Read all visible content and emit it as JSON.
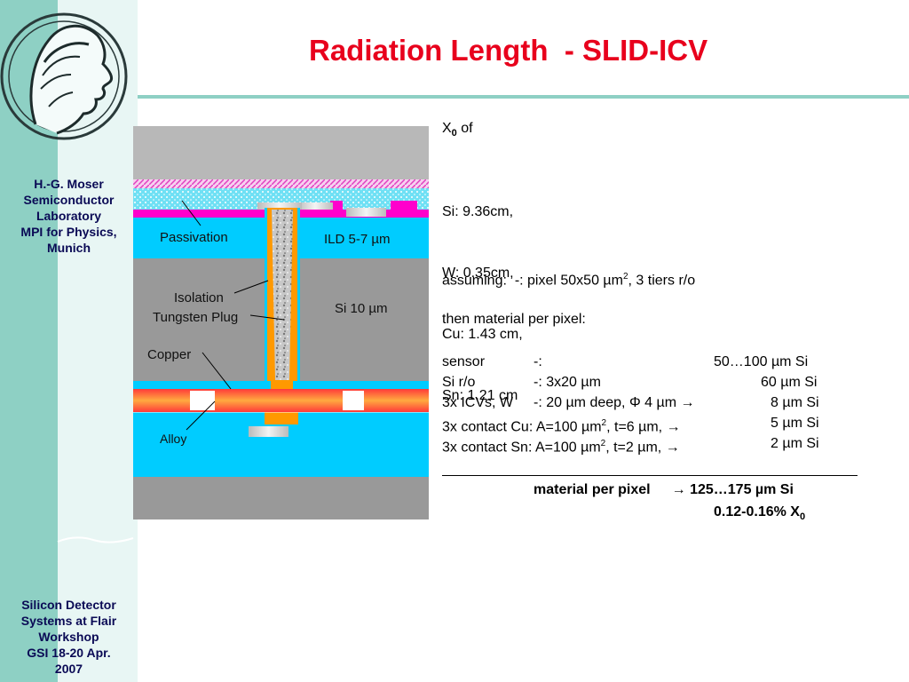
{
  "sidebar": {
    "top_text": [
      "H.-G. Moser",
      "Semiconductor",
      "Laboratory",
      "MPI for Physics,",
      "Munich"
    ],
    "bottom_text": [
      "Silicon Detector",
      "Systems at Flair",
      "Workshop",
      "GSI 18-20 Apr.",
      "2007"
    ]
  },
  "title": "Radiation Length  - SLID-ICV",
  "diagram": {
    "passivation": "Passivation",
    "ild": "ILD 5-7 µm",
    "isolation": "Isolation",
    "tungsten": "Tungsten Plug",
    "si": "Si 10 µm",
    "copper": "Copper",
    "alloy": "Alloy"
  },
  "content": {
    "x0_x": "X",
    "x0_sub": "0",
    "x0_of": " of",
    "materials": [
      "Si: 9.36cm,",
      "W: 0.35cm,",
      "Cu: 1.43 cm,",
      "Sn: 1.21 cm"
    ],
    "assuming_a": "assuming:  -: pixel 50x50 µm",
    "assuming_sup": "2",
    "assuming_b": ", 3 tiers r/o",
    "then": "then material per pixel:",
    "rows": [
      {
        "label": "sensor",
        "desc": "-:",
        "desc_sup": "",
        "desc_tail": "",
        "value": "50…100 µm Si"
      },
      {
        "label": "Si r/o",
        "desc": "-: 3x20 µm",
        "desc_sup": "",
        "desc_tail": "",
        "value": "60 µm Si"
      },
      {
        "label": "3x ICVs, W",
        "desc": "-: 20 µm deep, Φ 4 µm ",
        "desc_sup": "",
        "desc_tail": "",
        "arrow": "→",
        "value": "8 µm Si"
      },
      {
        "label": "3x contact Cu: A=100 µm",
        "desc": "",
        "desc_sup": "2",
        "desc_tail": ", t=6 µm, ",
        "arrow": "→",
        "value": "5 µm Si"
      },
      {
        "label": "3x contact Sn: A=100 µm",
        "desc": "",
        "desc_sup": "2",
        "desc_tail": ", t=2 µm, ",
        "arrow": "→",
        "value": "2 µm Si"
      }
    ],
    "total_label": "material per pixel",
    "total_arrow": "→",
    "total_value": "125…175 µm Si",
    "total_percent": "0.12-0.16% X",
    "total_percent_sub": "0"
  }
}
